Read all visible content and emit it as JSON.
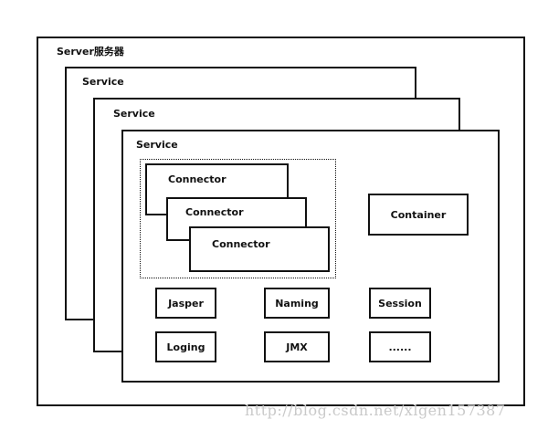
{
  "server": {
    "label": "Server服务器"
  },
  "services": [
    {
      "label": "Service"
    },
    {
      "label": "Service"
    },
    {
      "label": "Service"
    }
  ],
  "connectors": [
    {
      "label": "Connector"
    },
    {
      "label": "Connector"
    },
    {
      "label": "Connector"
    }
  ],
  "container": {
    "label": "Container"
  },
  "components": [
    {
      "label": "Jasper"
    },
    {
      "label": "Naming"
    },
    {
      "label": "Session"
    },
    {
      "label": "Loging"
    },
    {
      "label": "JMX"
    },
    {
      "label": "......"
    }
  ],
  "watermark": "http://blog.csdn.net/xlgen157387"
}
